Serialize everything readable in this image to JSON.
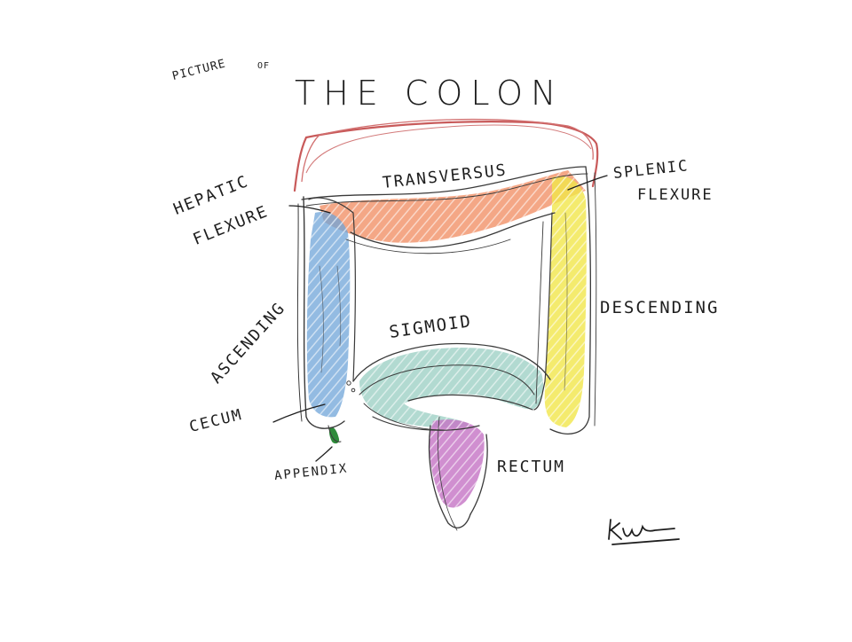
{
  "title": {
    "pre": "PICTURE",
    "of": "OF",
    "main": "THE COLON"
  },
  "labels": {
    "transversus": "TRANSVERSUS",
    "hepatic_1": "HEPATIC",
    "hepatic_2": "FLEXURE",
    "splenic_1": "SPLENIC",
    "splenic_2": "FLEXURE",
    "descending": "DESCENDING",
    "ascending": "ASCENDING",
    "sigmoid": "SIGMOID",
    "cecum": "CECUM",
    "appendix": "APPENDIX",
    "rectum": "RECTUM"
  },
  "signature": "KW",
  "colors": {
    "transverse_fill": "#f08a5d",
    "ascending_fill": "#6fa4d8",
    "descending_fill": "#f1e64a",
    "sigmoid_fill": "#9fd1c6",
    "rectum_fill": "#c473c4",
    "appendix_fill": "#2e8b3a",
    "omentum_stroke": "#c85a5a",
    "outline": "#3a3a3a"
  }
}
